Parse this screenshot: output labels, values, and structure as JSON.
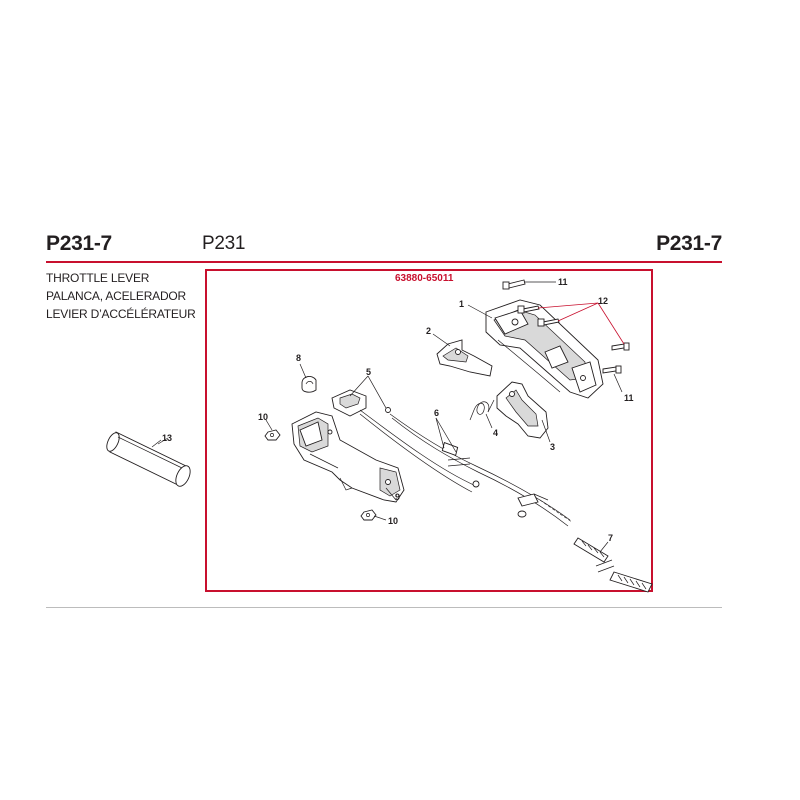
{
  "header": {
    "code_left": "P231-7",
    "model": "P231",
    "code_right": "P231-7"
  },
  "titles": {
    "en": "THROTTLE LEVER",
    "es": "PALANCA, ACELERADOR",
    "fr": "LEVIER D’ACCÉLÉRATEUR"
  },
  "diagram": {
    "kit_number": "63880-65011",
    "callouts": [
      "1",
      "2",
      "3",
      "4",
      "5",
      "6",
      "7",
      "8",
      "9",
      "10",
      "10",
      "11",
      "11",
      "12",
      "13"
    ]
  },
  "colors": {
    "accent": "#c8102e",
    "text": "#231f20",
    "divider": "#bcbcbc"
  }
}
